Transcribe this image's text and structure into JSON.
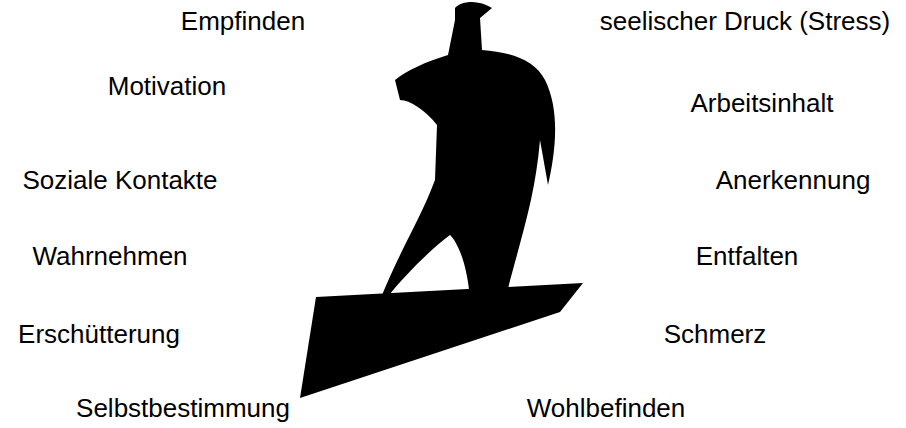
{
  "diagram": {
    "labels": [
      "Empfinden",
      "seelischer Druck (Stress)",
      "Motivation",
      "Arbeitsinhalt",
      "Soziale Kontakte",
      "Anerkennung",
      "Wahrnehmen",
      "Entfalten",
      "Erschütterung",
      "Schmerz",
      "Selbstbestimmung",
      "Wohlbefinden"
    ]
  }
}
